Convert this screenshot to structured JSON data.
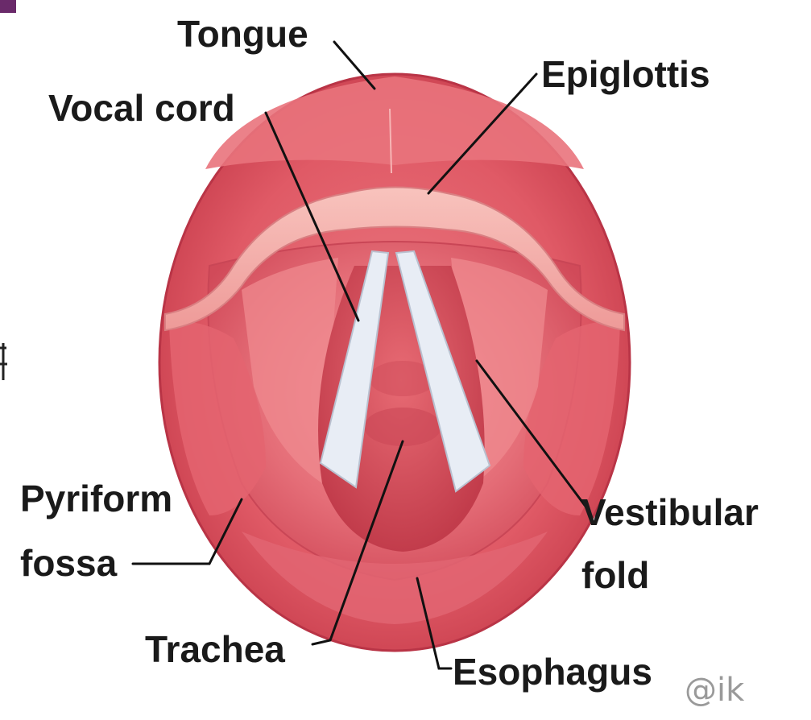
{
  "labels": {
    "tongue": "Tongue",
    "vocal_cord": "Vocal cord",
    "epiglottis": "Epiglottis",
    "pyriform_line1": "Pyriform",
    "pyriform_line2": "fossa",
    "vestibular_line1": "Vestibular",
    "vestibular_line2": "fold",
    "trachea": "Trachea",
    "esophagus": "Esophagus"
  },
  "watermark": "@ik",
  "colors": {
    "tissue_outer": "#d8505d",
    "tissue_mid": "#e46a74",
    "tissue_light": "#f29a9c",
    "tissue_dark": "#c23c4b",
    "epiglottis": "#f5b4ae",
    "cord": "#e8edf5",
    "accent": "#6a2a6a"
  }
}
